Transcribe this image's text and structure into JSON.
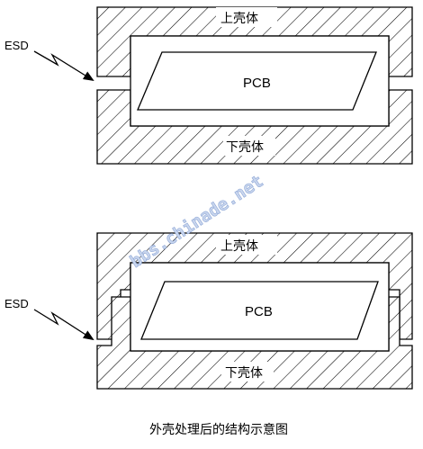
{
  "top_diagram": {
    "upper_shell_label": "上壳体",
    "lower_shell_label": "下壳体",
    "pcb_label": "PCB",
    "esd_label": "ESD"
  },
  "bottom_diagram": {
    "upper_shell_label": "上壳体",
    "lower_shell_label": "下壳体",
    "pcb_label": "PCB",
    "esd_label": "ESD"
  },
  "watermark": "bbs.chinade.net",
  "caption": "外壳处理后的结构示意图"
}
